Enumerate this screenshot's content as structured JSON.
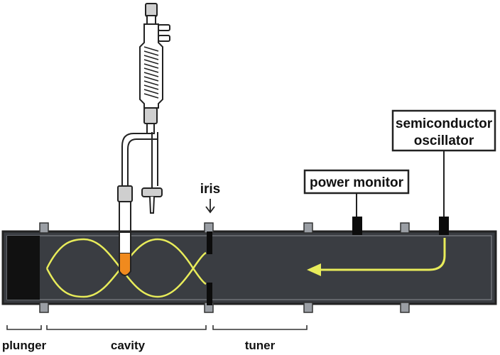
{
  "labels": {
    "iris": "iris",
    "power_monitor": "power monitor",
    "semiconductor_line1": "semiconductor",
    "semiconductor_line2": "oscillator",
    "plunger": "plunger",
    "cavity": "cavity",
    "tuner": "tuner"
  },
  "colors": {
    "waveguide_fill": "#3a3d42",
    "plunger_fill": "#111111",
    "standing_wave": "#e8ec5a",
    "sample": "#f08a1e",
    "arrow": "#e8ec5a",
    "glass": "#ffffff",
    "outline": "#222222"
  },
  "icons": {
    "reflux_condenser": "reflux-condenser-icon",
    "arrow_down": "arrow-down-icon"
  }
}
